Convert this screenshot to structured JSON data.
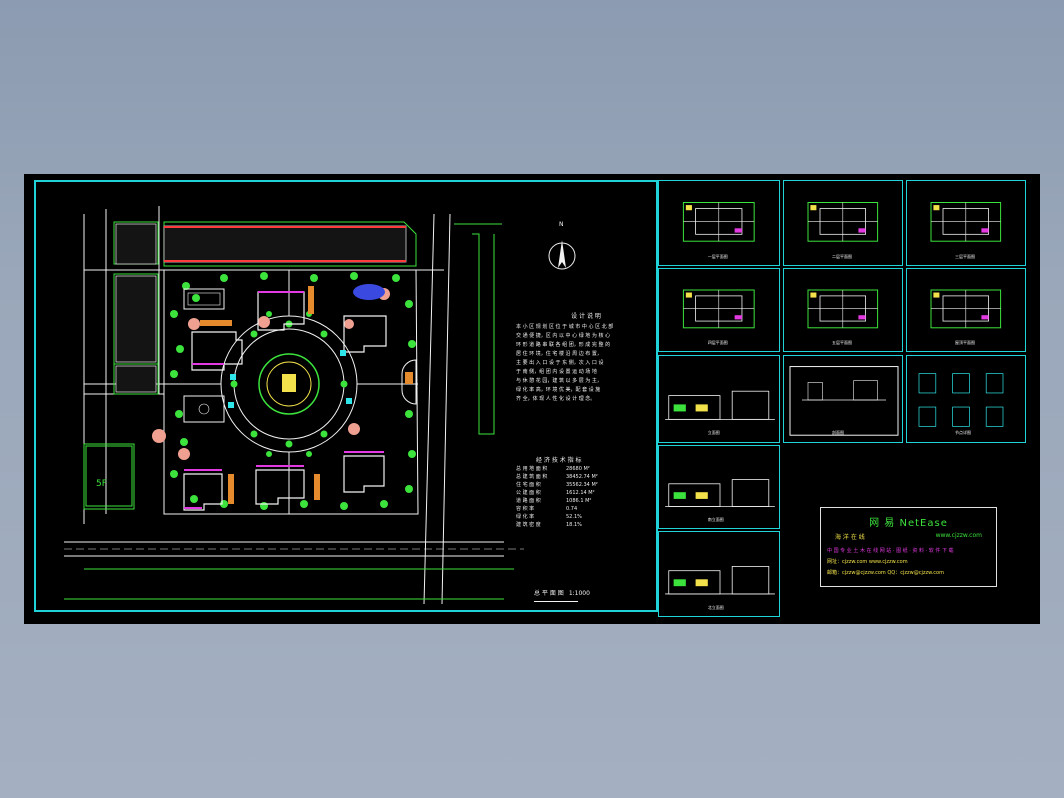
{
  "colors": {
    "frame": "#1fd3d8",
    "site_green": "#3ce33c",
    "building_white": "#f2f2f2",
    "note_yellow": "#f2e14a",
    "accent_magenta": "#e23ae0"
  },
  "site_plan": {
    "north_label": "N",
    "note_title": "设 计 说 明",
    "note_lines": [
      "本 小 区 规 划 区 位 于 城 市 中 心 区 北 部",
      "交 通 便 捷，区 内 以 中 心 绿 地 为 核 心",
      "环 形 道 路 串 联 各 组 团，形 成 完 整 的",
      "居 住 环 境，住 宅 楼 沿 周 边 布 置，",
      "主 要 出 入 口 设 于 东 侧，次 入 口 设",
      "于 南 侧，组 团 内 设 置 运 动 场 地",
      "与 休 憩 花 园，建 筑 以 多 层 为 主，",
      "绿 化 率 高，环 境 优 美，配 套 设 施",
      "齐 全，体 现 人 性 化 设 计 理 念。"
    ],
    "stats_title": "经 济 技 术 指 标",
    "stats": [
      {
        "k": "总 用 地 面 积",
        "v": "28680 M²"
      },
      {
        "k": "总 建 筑 面 积",
        "v": "38452.74 M²"
      },
      {
        "k": "住 宅 面 积",
        "v": "35562.34 M²"
      },
      {
        "k": "公 建 面 积",
        "v": "1612.14 M²"
      },
      {
        "k": "道 路 面 积",
        "v": "1086.1 M²"
      },
      {
        "k": "容 积 率",
        "v": "0.74"
      },
      {
        "k": "绿 化 率",
        "v": "52.1%"
      },
      {
        "k": "建 筑 密 度",
        "v": "18.1%"
      }
    ],
    "scale_label": "总 平 面 图",
    "scale_value": "1:1000",
    "building_tag": "5F"
  },
  "logo": {
    "title": "网 易 NetEase",
    "subtitle": "海 洋 在 线",
    "url": "www.cjzzw.com",
    "line1": "中 国 专 业 土 木 在 线 网 站 · 图 纸 · 资 料 · 软 件 下 载",
    "line2": "网址：cjzzw.com   www.cjzzw.com",
    "line3": "邮箱：cjzzw@cjzzw.com   QQ：cjzzw@cjzzw.com"
  },
  "thumbnails": [
    {
      "id": "plan-1",
      "caption": "一层平面图"
    },
    {
      "id": "plan-2",
      "caption": "二层平面图"
    },
    {
      "id": "plan-3",
      "caption": "三层平面图"
    },
    {
      "id": "plan-4",
      "caption": "四层平面图"
    },
    {
      "id": "plan-5",
      "caption": "五层平面图"
    },
    {
      "id": "plan-6",
      "caption": "屋顶平面图"
    },
    {
      "id": "elev-1",
      "caption": "立面图"
    },
    {
      "id": "section-1",
      "caption": "剖面图"
    },
    {
      "id": "detail-1",
      "caption": "节点详图"
    },
    {
      "id": "elev-2",
      "caption": "南立面图"
    },
    {
      "id": "elev-3",
      "caption": "北立面图"
    }
  ]
}
